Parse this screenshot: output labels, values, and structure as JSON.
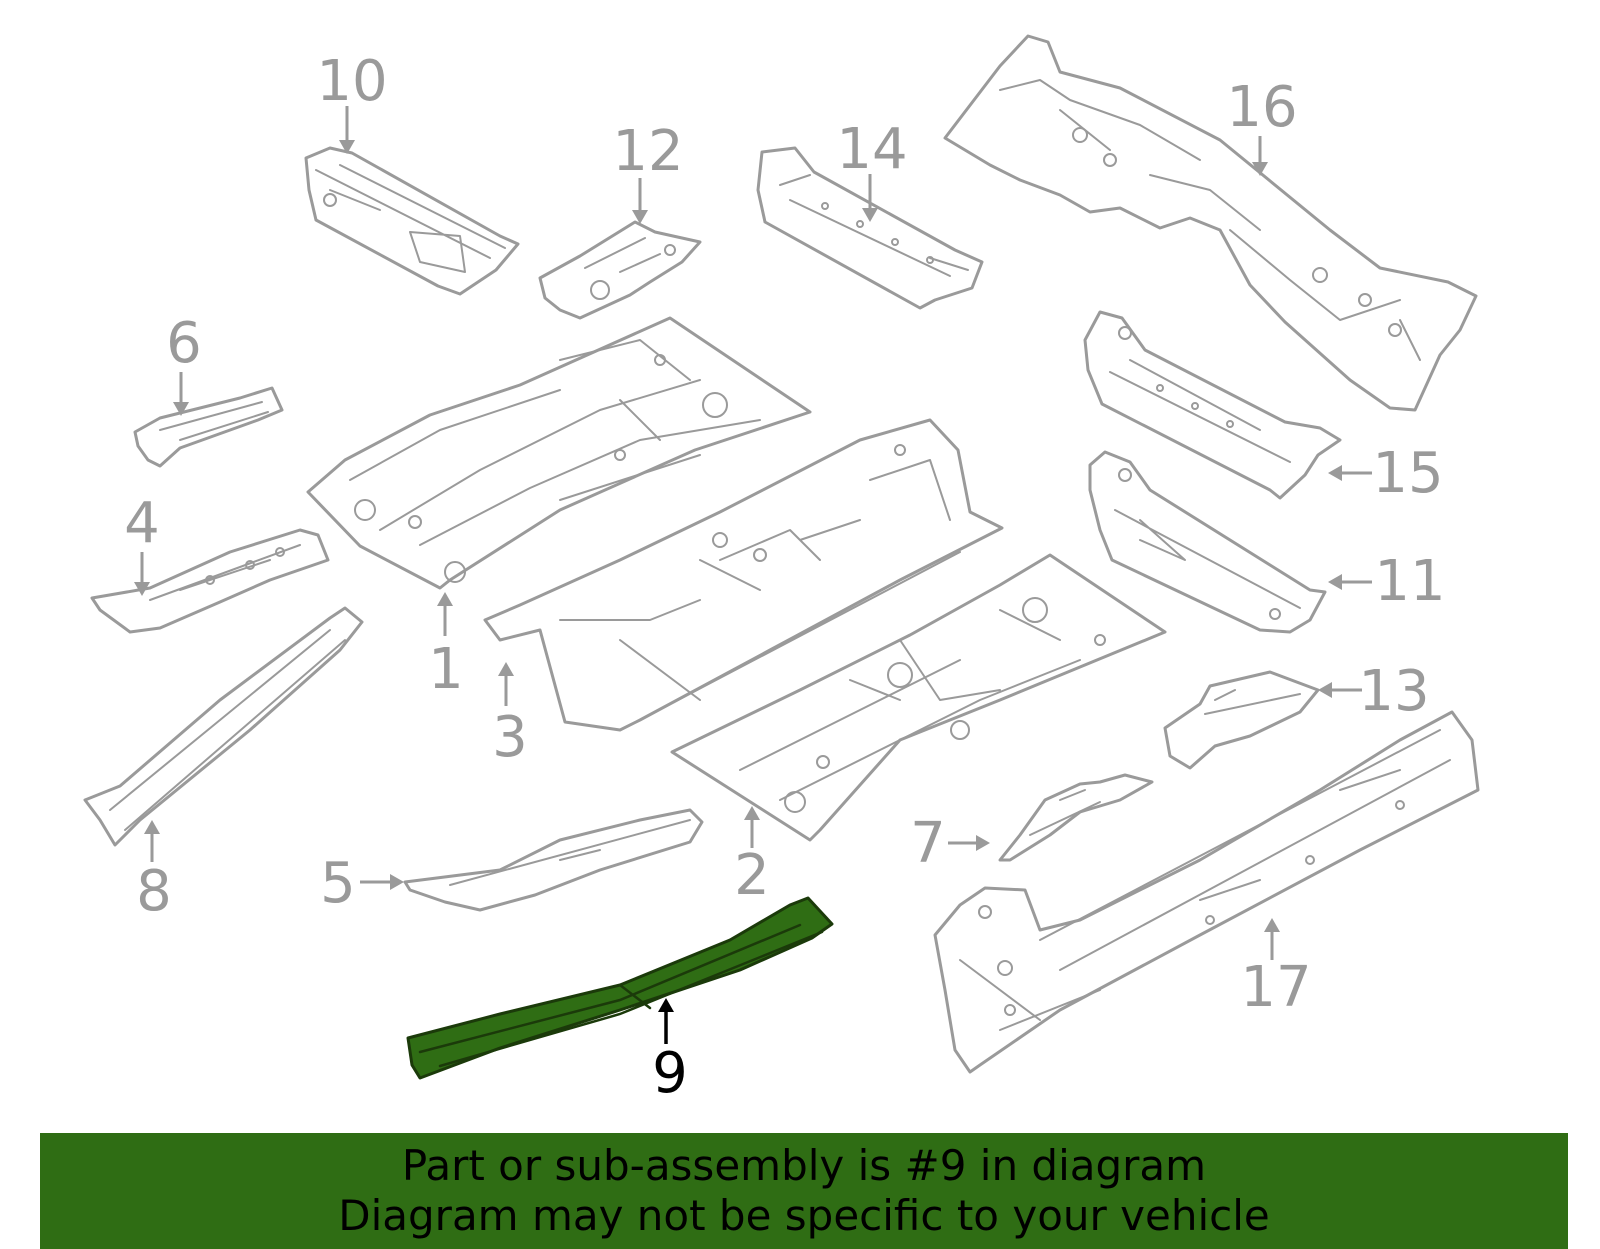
{
  "callouts": {
    "c1": "1",
    "c2": "2",
    "c3": "3",
    "c4": "4",
    "c5": "5",
    "c6": "6",
    "c7": "7",
    "c8": "8",
    "c9": "9",
    "c10": "10",
    "c11": "11",
    "c12": "12",
    "c13": "13",
    "c14": "14",
    "c15": "15",
    "c16": "16",
    "c17": "17"
  },
  "highlighted_part": "9",
  "banner": {
    "line1": "Part or sub-assembly is #9 in diagram",
    "line2": "Diagram may not be specific to your vehicle"
  },
  "colors": {
    "highlight": "#2f6d14",
    "part_outline": "#9a9a9a",
    "callout_text": "#9a9a9a",
    "selected_callout_text": "#000000"
  }
}
